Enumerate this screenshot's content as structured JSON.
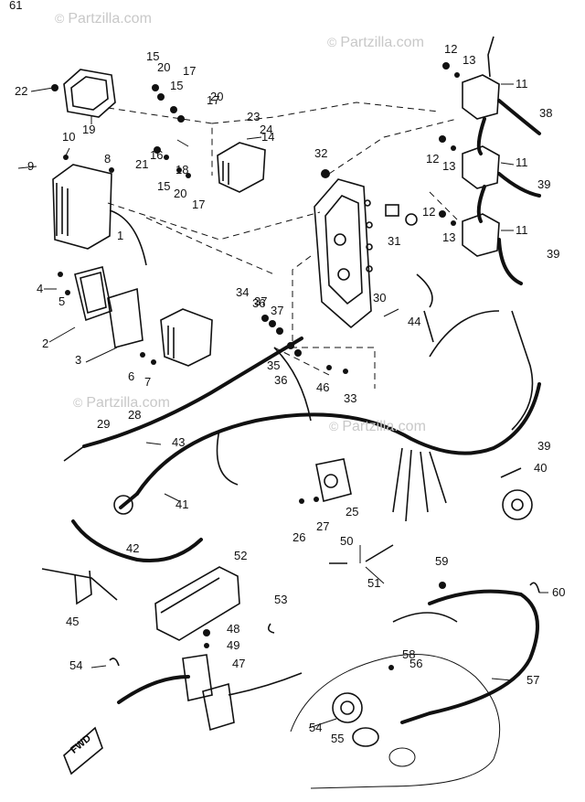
{
  "watermarks": [
    {
      "symbol": "©",
      "text": "Partzilla.com"
    },
    {
      "symbol": "©",
      "text": "Partzilla.com"
    },
    {
      "symbol": "©",
      "text": "Partzilla.com"
    },
    {
      "symbol": "©",
      "text": "Partzilla.com"
    }
  ],
  "callouts": [
    "1",
    "2",
    "3",
    "4",
    "5",
    "6",
    "7",
    "8",
    "9",
    "10",
    "11",
    "11",
    "11",
    "12",
    "12",
    "12",
    "13",
    "13",
    "13",
    "14",
    "15",
    "15",
    "15",
    "16",
    "17",
    "17",
    "17",
    "18",
    "19",
    "20",
    "20",
    "20",
    "21",
    "22",
    "23",
    "24",
    "25",
    "26",
    "27",
    "28",
    "29",
    "30",
    "31",
    "32",
    "33",
    "34",
    "35",
    "36",
    "36",
    "37",
    "37",
    "38",
    "39",
    "39",
    "39",
    "40",
    "41",
    "42",
    "43",
    "44",
    "45",
    "46",
    "47",
    "48",
    "49",
    "50",
    "51",
    "52",
    "53",
    "54",
    "54",
    "55",
    "56",
    "57",
    "58",
    "59",
    "60",
    "61"
  ],
  "front_mark": "FWD"
}
